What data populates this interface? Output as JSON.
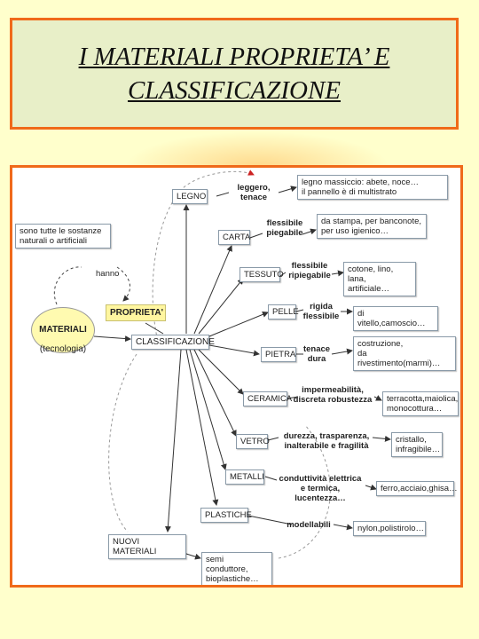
{
  "title": "I MATERIALI PROPRIETA’ E\nCLASSIFICAZIONE",
  "colors": {
    "frame": "#f06a1a",
    "title_bg": "#e8efc8",
    "page_bg": "#ffffcc",
    "materiali_bg": "#fffab0",
    "arrow": "#333333",
    "accent_arrow": "#cc2222"
  },
  "map": {
    "sostanze": "sono tutte le sostanze\nnaturali o artificiali",
    "hanno": "hanno",
    "materiali_line1": "MATERIALI",
    "materiali_line2": "(tecnologia)",
    "proprieta": "PROPRIETA'",
    "classificazione": "CLASSIFICAZIONE",
    "nuovi_materiali": "NUOVI MATERIALI",
    "semi_conduttore": "semi conduttore,\nbioplastiche…",
    "categories": [
      {
        "name": "LEGNO",
        "property": "leggero,\ntenace",
        "examples": "legno massiccio: abete, noce…\nil pannello è di multistrato"
      },
      {
        "name": "CARTA",
        "property": "flessibile\npiegabile",
        "examples": "da stampa, per banconote,\nper uso igienico…"
      },
      {
        "name": "TESSUTO",
        "property": "flessibile\nripiegabile",
        "examples": "cotone, lino, lana,\nartificiale…"
      },
      {
        "name": "PELLE",
        "property": "rigida\nflessibile",
        "examples": "di vitello,camoscio…"
      },
      {
        "name": "PIETRA",
        "property": "tenace\ndura",
        "examples": "costruzione,\nda rivestimento(marmi)…"
      },
      {
        "name": "CERAMICA",
        "property": "impermeabilità,\ndiscreta robustezza",
        "examples": "terracotta,maiolica,\nmonocottura…"
      },
      {
        "name": "VETRO",
        "property": "durezza, trasparenza,\ninalterabile e fragilità",
        "examples": "cristallo,\ninfragibile…"
      },
      {
        "name": "METALLI",
        "property": "conduttività elettrica\ne termica, lucentezza…",
        "examples": "ferro,acciaio,ghisa…"
      },
      {
        "name": "PLASTICHE",
        "property": "modellabili",
        "examples": "nylon,polistirolo…"
      }
    ]
  }
}
